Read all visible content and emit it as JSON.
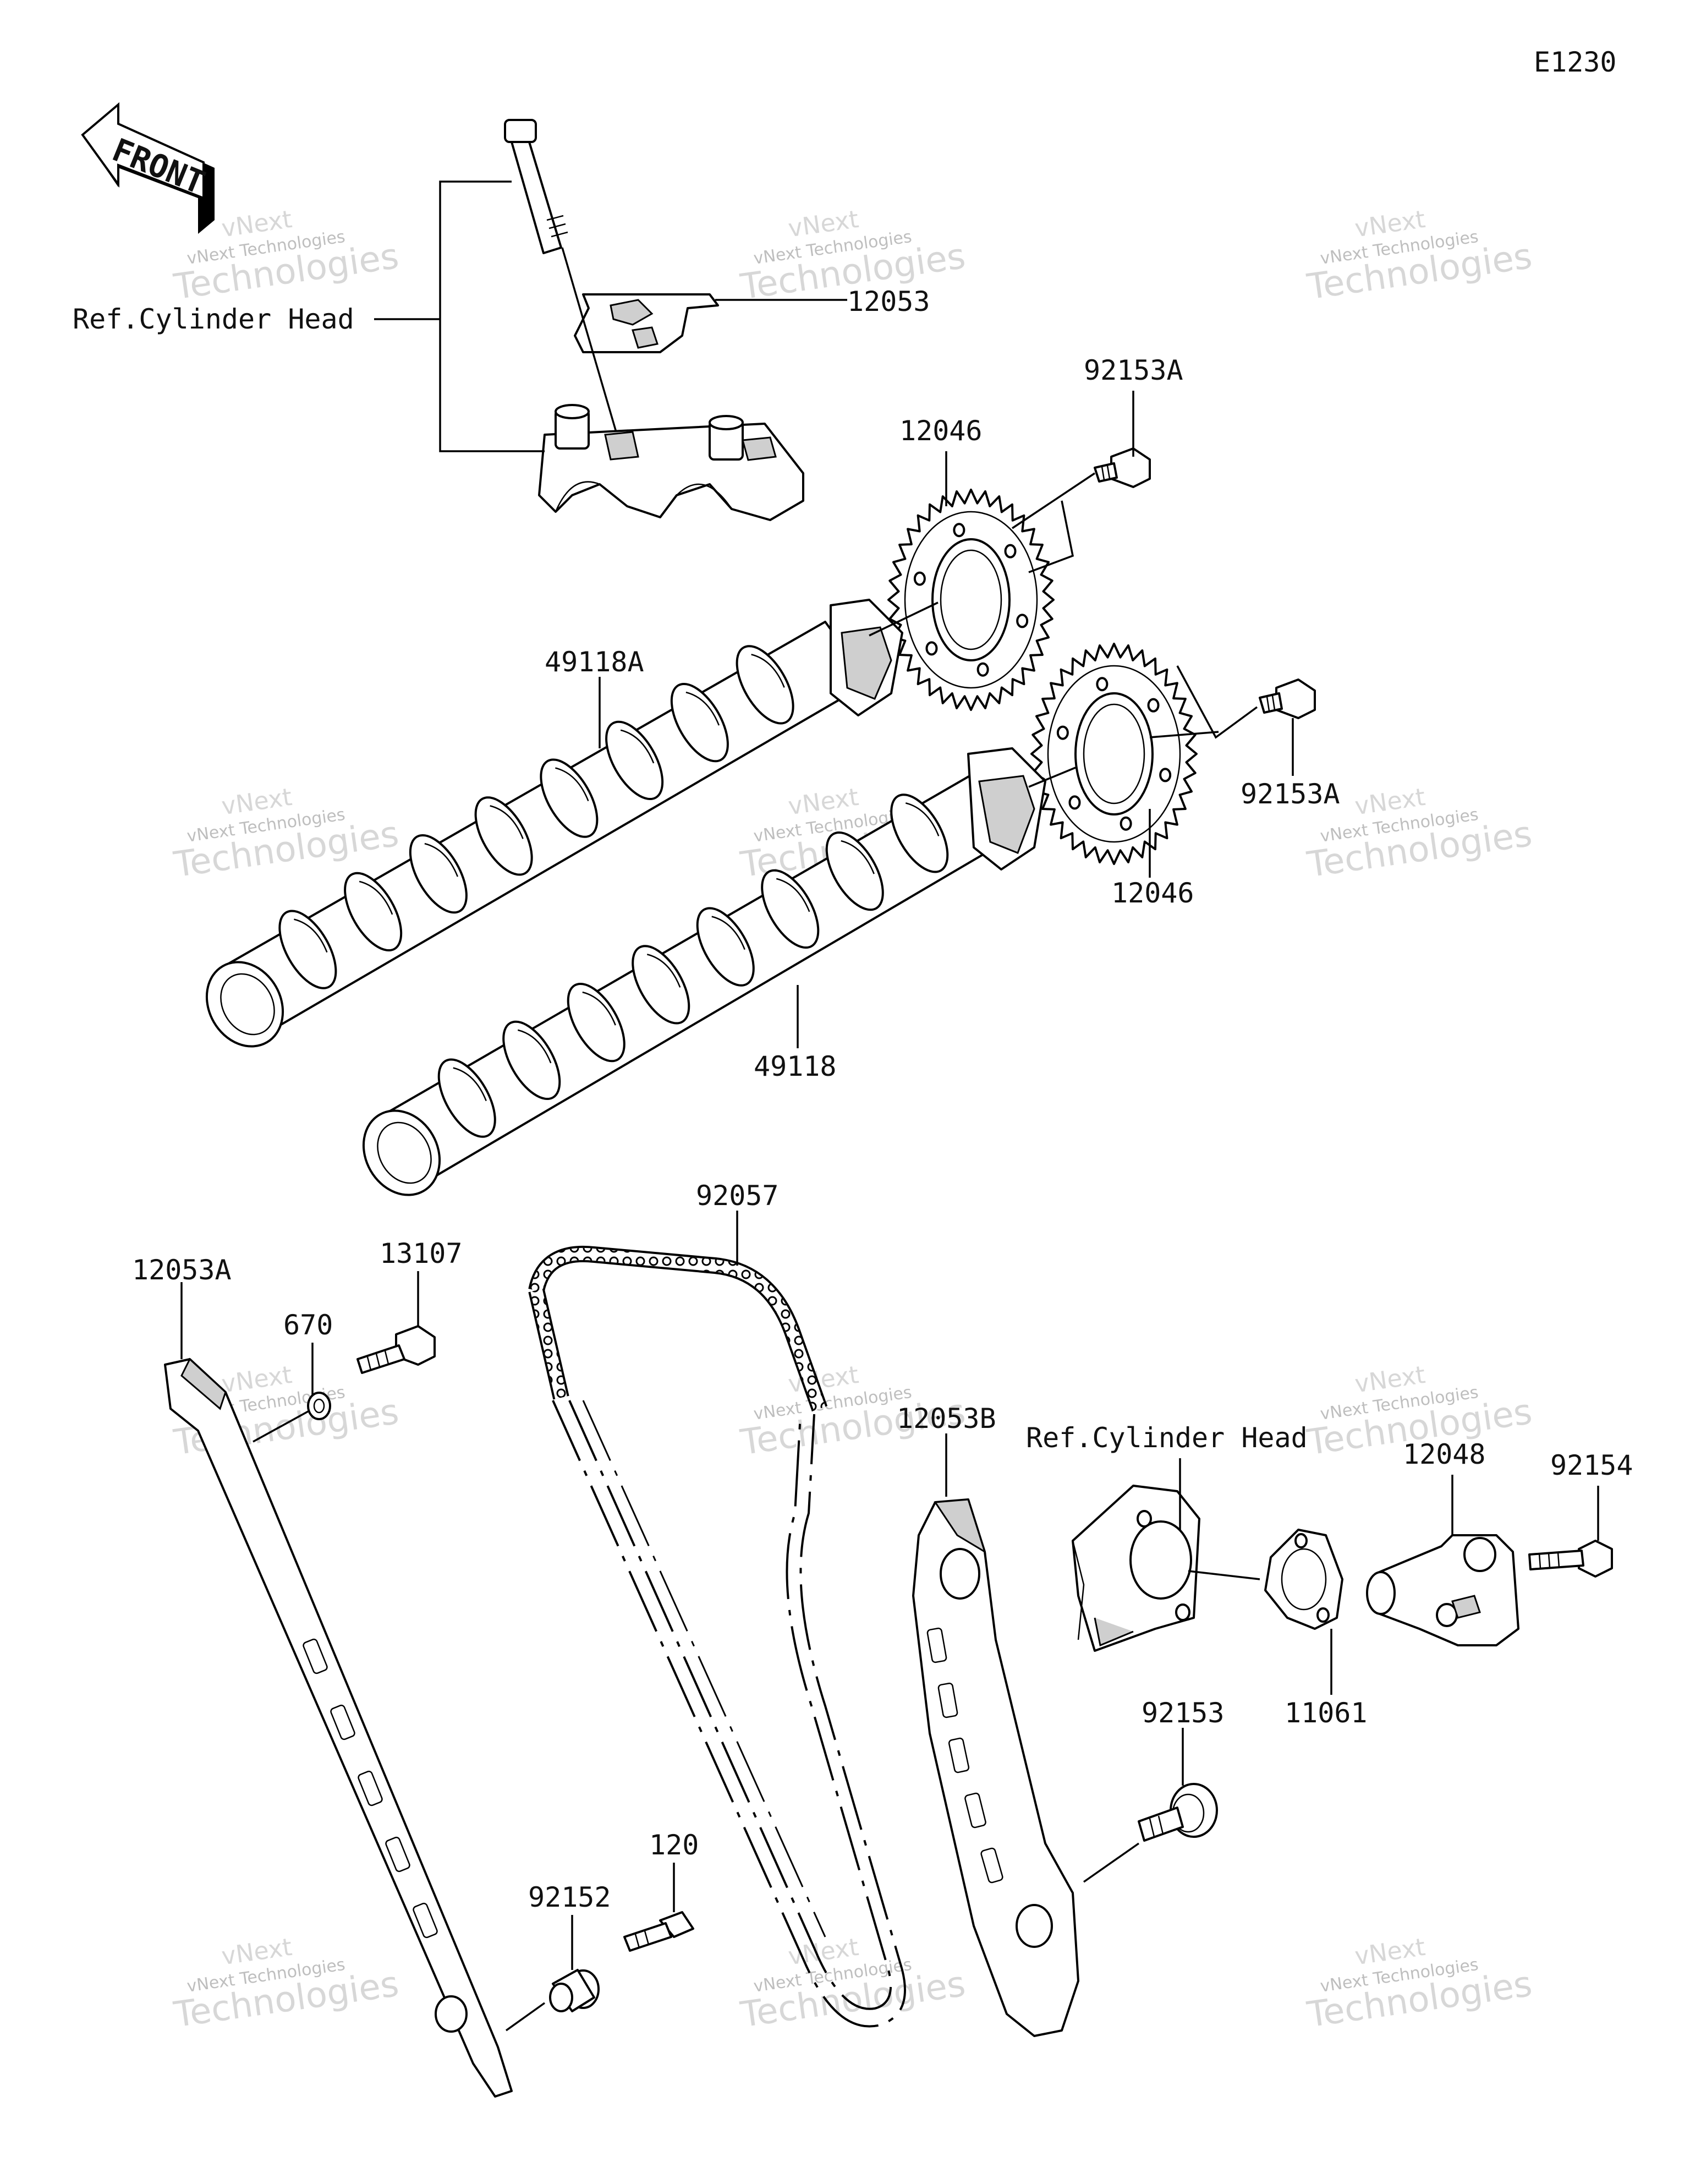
{
  "diagram_code": "E1230",
  "front_arrow_text": "FRONT",
  "watermark": {
    "brand_top": "vNext",
    "brand_small": "vNext Technologies",
    "brand_large": "Technologies"
  },
  "labels": {
    "ref_cylinder_head_top": "Ref.Cylinder Head",
    "ref_cylinder_head_right": "Ref.Cylinder Head",
    "p12053": "12053",
    "p92153A_top": "92153A",
    "p12046_top": "12046",
    "p49118A": "49118A",
    "p92153A_right": "92153A",
    "p12046_bottom": "12046",
    "p49118": "49118",
    "p92057": "92057",
    "p12053A": "12053A",
    "p13107": "13107",
    "p670": "670",
    "p12053B": "12053B",
    "p12048": "12048",
    "p92154": "92154",
    "p11061": "11061",
    "p92153": "92153",
    "p120": "120",
    "p92152": "92152"
  }
}
